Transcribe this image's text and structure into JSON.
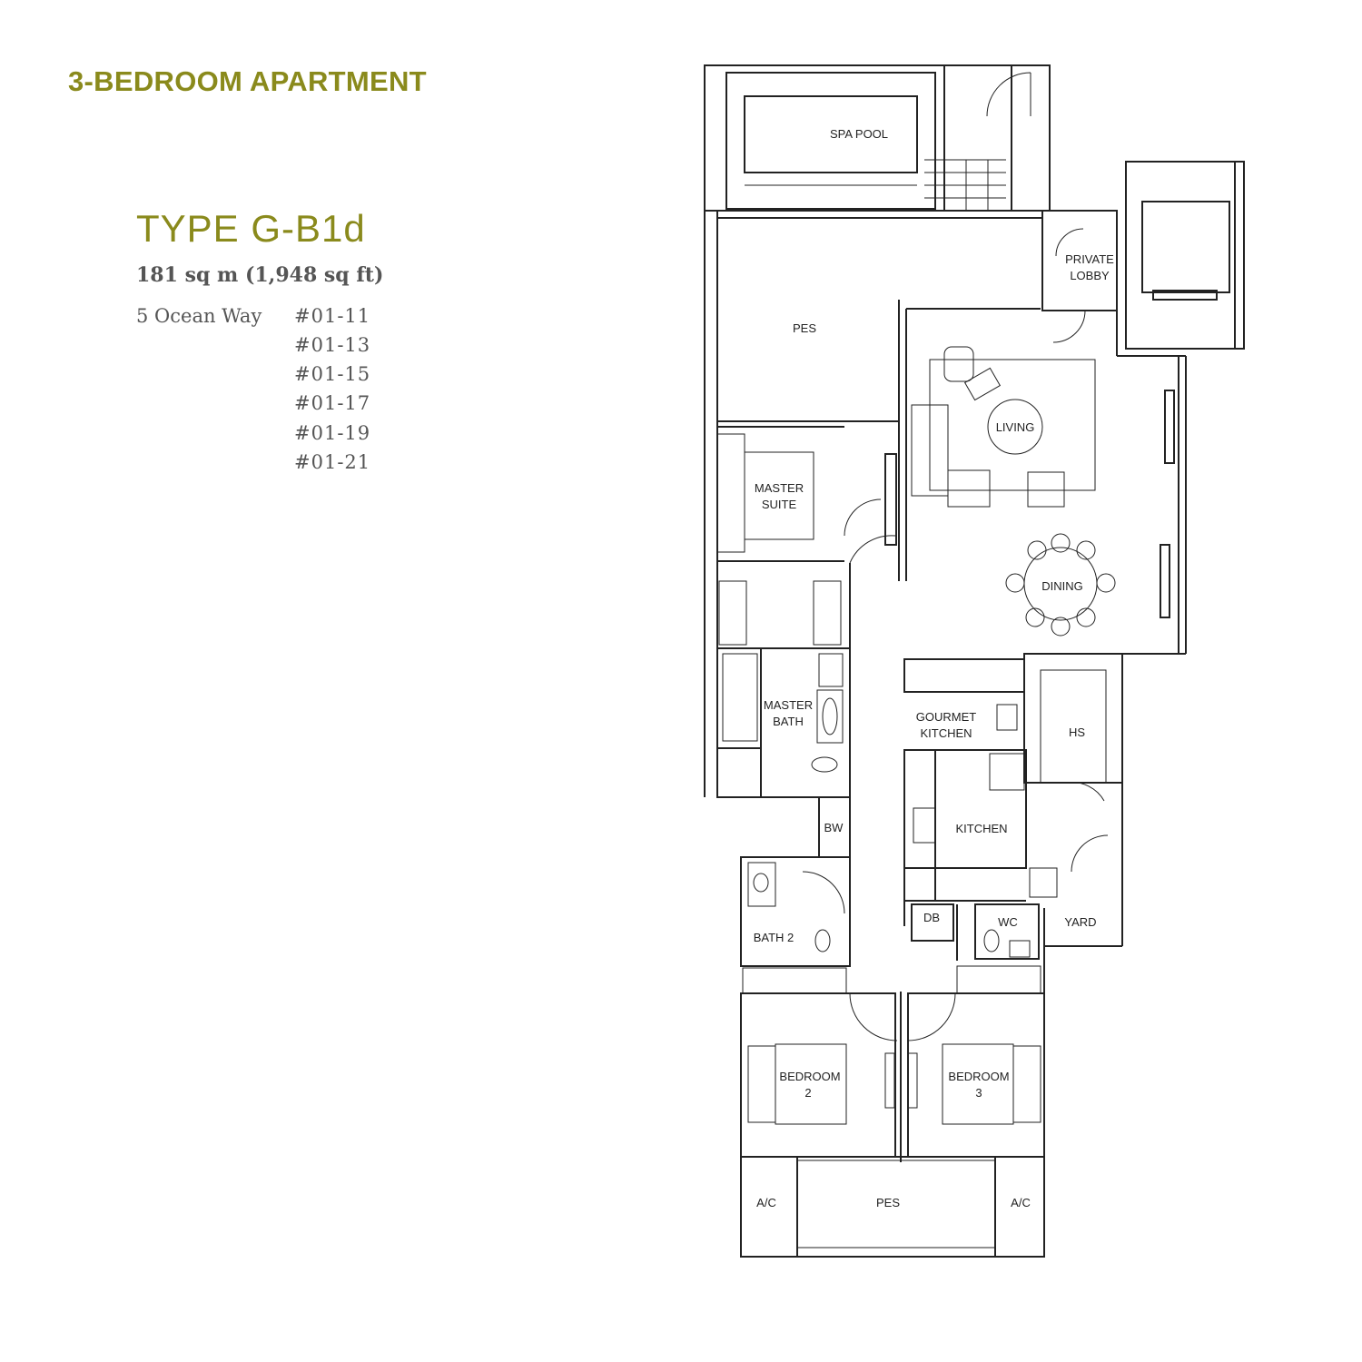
{
  "category": "3-BEDROOM APARTMENT",
  "type": "TYPE G-B1d",
  "area": "181 sq m (1,948 sq ft)",
  "address": "5 Ocean Way",
  "units": [
    "#01-11",
    "#01-13",
    "#01-15",
    "#01-17",
    "#01-19",
    "#01-21"
  ],
  "rooms": {
    "spa_pool": "SPA POOL",
    "pes_top": "PES",
    "private_lobby_1": "PRIVATE",
    "private_lobby_2": "LOBBY",
    "living": "LIVING",
    "master_suite_1": "MASTER",
    "master_suite_2": "SUITE",
    "dining": "DINING",
    "master_bath_1": "MASTER",
    "master_bath_2": "BATH",
    "gourmet_kitchen_1": "GOURMET",
    "gourmet_kitchen_2": "KITCHEN",
    "hs": "HS",
    "kitchen": "KITCHEN",
    "bw": "BW",
    "bath2": "BATH 2",
    "db": "DB",
    "wc": "WC",
    "yard": "YARD",
    "bedroom2_1": "BEDROOM",
    "bedroom2_2": "2",
    "bedroom3_1": "BEDROOM",
    "bedroom3_2": "3",
    "ac_left": "A/C",
    "pes_bottom": "PES",
    "ac_right": "A/C"
  },
  "colors": {
    "accent": "#8a8a1c",
    "text": "#555555",
    "line": "#222222"
  }
}
